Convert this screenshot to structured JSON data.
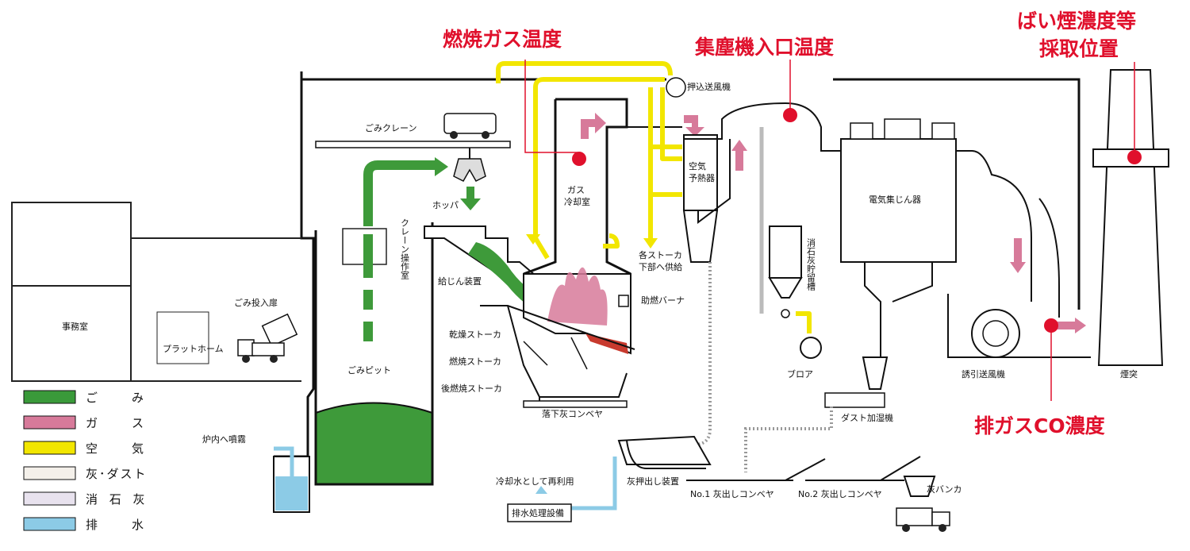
{
  "callouts": {
    "combustion_gas_temp": "燃焼ガス温度",
    "collector_inlet_temp": "集塵機入口温度",
    "smoke_sampling_line1": "ばい煙濃度等",
    "smoke_sampling_line2": "採取位置",
    "exhaust_co": "排ガスCO濃度"
  },
  "labels": {
    "crane": "ごみクレーン",
    "forced_fan": "押込送風機",
    "hopper": "ホッパ",
    "crane_room": "クレーン操作室",
    "gas_cooling_1": "ガス",
    "gas_cooling_2": "冷却室",
    "air_preheater_1": "空気",
    "air_preheater_2": "予熱器",
    "stoker_supply_1": "各ストーカ",
    "stoker_supply_2": "下部へ供給",
    "feeder": "給じん装置",
    "aux_burner": "助燃バーナ",
    "dry_stoker": "乾燥ストーカ",
    "burn_stoker": "燃焼ストーカ",
    "post_stoker": "後燃焼ストーカ",
    "drop_ash_conveyor": "落下灰コンベヤ",
    "pit": "ごみピット",
    "input_door": "ごみ投入扉",
    "platform": "プラットホーム",
    "office": "事務室",
    "furnace_spray": "炉内へ噴霧",
    "reuse_water": "冷却水として再利用",
    "wastewater": "排水処理設備",
    "ash_discharger": "灰押出し装置",
    "lime_silo": "消石灰貯留槽",
    "blower": "ブロア",
    "esp": "電気集じん器",
    "dust_humidifier": "ダスト加湿機",
    "conveyor1": "No.1 灰出しコンベヤ",
    "conveyor2": "No.2 灰出しコンベヤ",
    "ash_bunker": "灰バンカ",
    "induced_fan": "誘引送風機",
    "chimney": "煙突"
  },
  "legend": [
    {
      "label": "ご　み",
      "color": "#3a9a3a"
    },
    {
      "label": "ガ　ス",
      "color": "#d77a9a"
    },
    {
      "label": "空　気",
      "color": "#f2e600"
    },
    {
      "label": "灰･ダスト",
      "color": "#f4f0ea"
    },
    {
      "label": "消 石 灰",
      "color": "#e8e2ee"
    },
    {
      "label": "排　水",
      "color": "#8ccbe6"
    }
  ]
}
